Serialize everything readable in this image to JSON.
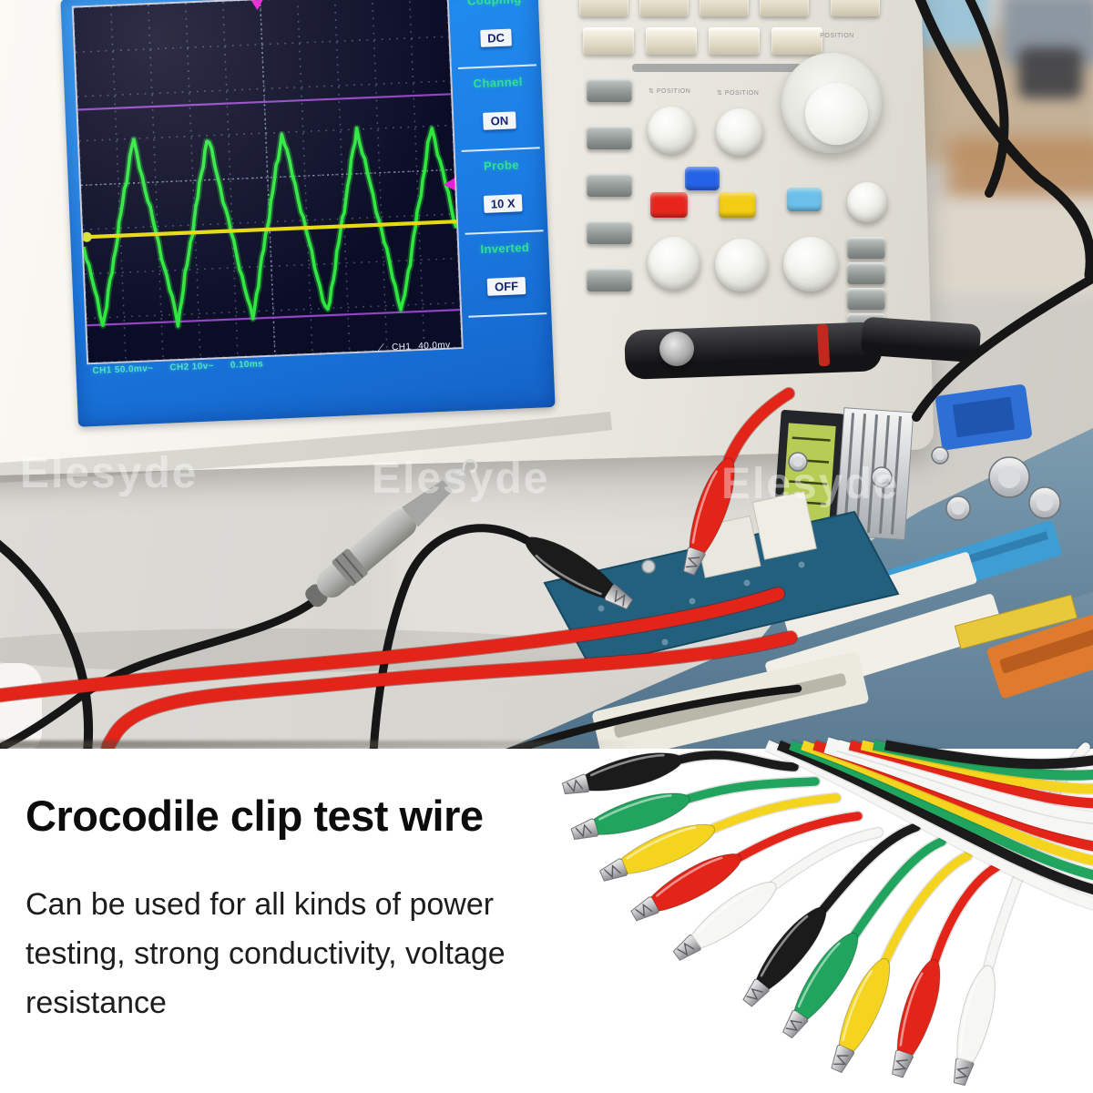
{
  "product": {
    "watermark": "Elesyde"
  },
  "screen": {
    "menu": [
      {
        "label": "Coupling",
        "value": "DC"
      },
      {
        "label": "Channel",
        "value": "ON"
      },
      {
        "label": "Probe",
        "value": "10 X"
      },
      {
        "label": "Inverted",
        "value": "OFF"
      }
    ],
    "status": {
      "ch1": "CH1 50.0mv~",
      "ch2": "CH2 10v~",
      "time": "0.10ms",
      "trigger": "CH1",
      "trigger_level": "40.0mv"
    },
    "waveform": {
      "type": "triangle",
      "periods": 5,
      "color": "#2ee83e",
      "trace2_color": "#e6d912",
      "cursor_color": "#a94fe0",
      "trigger_marker_color": "#e81ed4"
    }
  },
  "panel": {
    "position_label": "POSITION"
  },
  "caption": {
    "title": "Crocodile clip test wire",
    "lines": [
      "Can be used for all kinds of power",
      "testing, strong conductivity, voltage",
      "resistance"
    ]
  },
  "wires": {
    "colors": {
      "black": "#1b1b1b",
      "green": "#21a45d",
      "yellow": "#f5d41f",
      "red": "#e32419",
      "white": "#f6f6f4"
    },
    "bundle_sequence": [
      "white",
      "black",
      "green",
      "yellow",
      "red",
      "white",
      "white",
      "red",
      "yellow",
      "green",
      "black"
    ],
    "fan_upper": [
      "black",
      "green",
      "yellow",
      "red",
      "white"
    ],
    "fan_lower": [
      "black",
      "green",
      "yellow",
      "red",
      "white"
    ],
    "photo_clips": [
      "black",
      "red"
    ]
  }
}
